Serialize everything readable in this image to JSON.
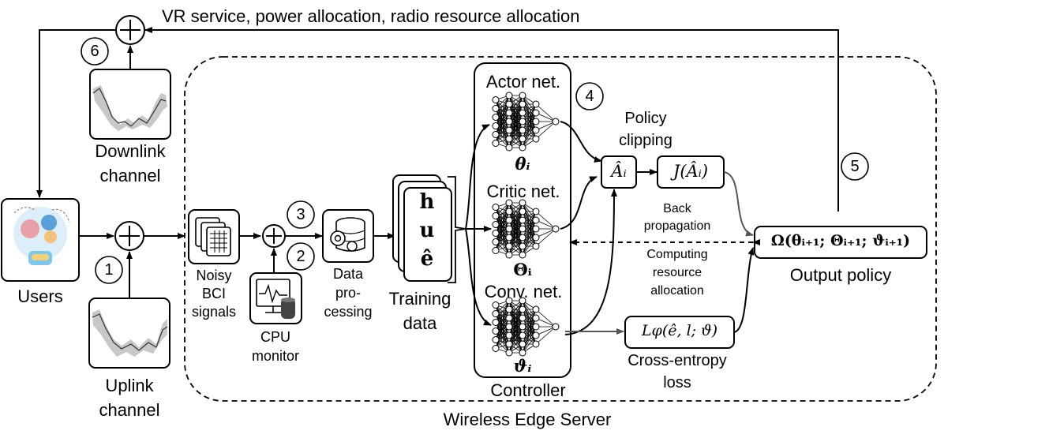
{
  "top_label": "VR service, power allocation, radio resource allocation",
  "steps": [
    "1",
    "2",
    "3",
    "4",
    "5",
    "6"
  ],
  "labels": {
    "downlink": [
      "Downlink",
      "channel"
    ],
    "uplink": [
      "Uplink",
      "channel"
    ],
    "users": "Users",
    "noisy_bci": [
      "Noisy",
      "BCI",
      "signals"
    ],
    "cpu_monitor": [
      "CPU",
      "monitor"
    ],
    "data_processing": [
      "Data",
      "pro-",
      "cessing"
    ],
    "training_data": [
      "Training",
      "data"
    ],
    "actor": "Actor net.",
    "critic": "Critic net.",
    "conv": "Conv. net.",
    "controller": "Controller",
    "policy_clipping": [
      "Policy",
      "clipping"
    ],
    "back_propagation": [
      "Back",
      "propagation"
    ],
    "computing_resource": [
      "Computing",
      "resource",
      "allocation"
    ],
    "output_policy": "Output policy",
    "cross_entropy": [
      "Cross-entropy",
      "loss"
    ],
    "wireless_edge_server": "Wireless Edge Server"
  },
  "math": {
    "theta_i": "θᵢ",
    "Theta_i": "Θᵢ",
    "vartheta_i": "ϑᵢ",
    "A_hat": "Âᵢ",
    "J_A": "J(Âᵢ)",
    "omega": "Ω(θᵢ₊₁; Θᵢ₊₁; ϑᵢ₊₁)",
    "L_phi": "Lφ(ê, l; ϑ)",
    "training_vars": [
      "h",
      "u",
      "ê"
    ]
  },
  "icons": [
    "users-icon",
    "bci-signals-icon",
    "cpu-monitor-icon",
    "data-processing-icon",
    "channel-plot-icon",
    "neural-network-icon"
  ]
}
